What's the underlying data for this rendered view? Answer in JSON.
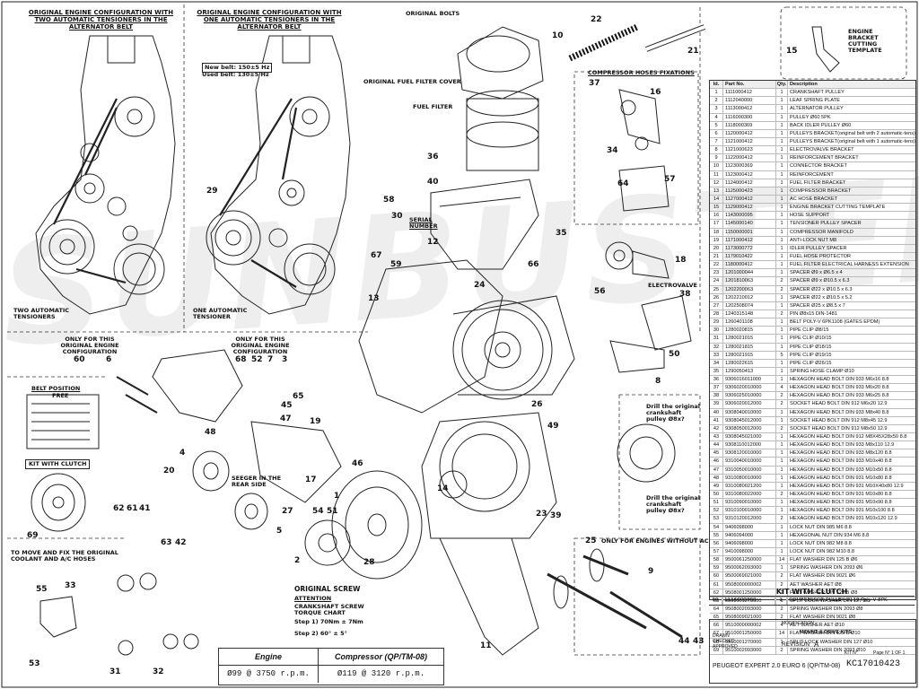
{
  "left_panel": {
    "title_1": "ORIGINAL ENGINE CONFIGURATION WITH TWO AUTOMATIC TENSIONERS IN THE ALTERNATOR BELT",
    "title_2": "ORIGINAL ENGINE CONFIGURATION WITH ONE AUTOMATIC TENSIONERS IN THE ALTERNATOR BELT",
    "belt_new": "New belt: 150±5 Hz",
    "belt_used": "Used belt: 130±5 Hz",
    "two_tensioners": "TWO AUTOMATIC TENSIONERS",
    "one_tensioner": "ONE AUTOMATIC TENSIONER",
    "only_config_1": "ONLY FOR THIS ORIGINAL ENGINE CONFIGURATION",
    "only_config_2": "ONLY FOR THIS ORIGINAL ENGINE CONFIGURATION",
    "belt_position": "BELT POSITION",
    "free": "FREE",
    "kit_with_clutch": "KIT WITH CLUTCH",
    "move_fix": "TO MOVE AND FIX THE ORIGINAL COOLANT AND A/C HOSES"
  },
  "center_labels": {
    "original_bolts": "ORIGINAL BOLTS",
    "original_fuel_filter_cover": "ORIGINAL FUEL FILTER COVER",
    "fuel_filter": "FUEL FILTER",
    "serial_number": "SERIAL NUMBER",
    "seeger": "SEEGER IN THE REAR SIDE",
    "original_screw": "ORIGINAL SCREW",
    "attention": "ATTENTION",
    "torque_chart": "CRANKSHAFT SCREW TORQUE CHART",
    "step1": "Step 1) 70Nm ± 7Nm",
    "step2": "Step 2) 60° ± 5°",
    "compressor_hoses": "COMPRESSOR HOSES FIXATIONS",
    "electrovalve": "ELECTROVALVE",
    "drill_1": "Drill the original crankshaft pulley Ø8x?",
    "drill_2": "Drill the original crankshaft pulley Ø8x?",
    "only_without_ac": "ONLY FOR ENGINES WITHOUT AC",
    "bracket_template": "ENGINE BRACKET CUTTING TEMPLATE"
  },
  "callouts": [
    "1",
    "2",
    "3",
    "4",
    "5",
    "6",
    "7",
    "8",
    "9",
    "10",
    "11",
    "12",
    "13",
    "14",
    "15",
    "16",
    "17",
    "18",
    "19",
    "20",
    "21",
    "22",
    "23",
    "24",
    "25",
    "26",
    "27",
    "28",
    "29",
    "30",
    "31",
    "32",
    "33",
    "34",
    "35",
    "36",
    "37",
    "38",
    "39",
    "40",
    "41",
    "42",
    "43",
    "44",
    "45",
    "46",
    "47",
    "48",
    "49",
    "50",
    "51",
    "52",
    "53",
    "54",
    "55",
    "56",
    "57",
    "58",
    "59",
    "60",
    "61",
    "62",
    "63",
    "64",
    "65",
    "66",
    "67",
    "68",
    "69"
  ],
  "parts_table": {
    "headers": [
      "Id.",
      "Part No.",
      "Qty.",
      "Description"
    ],
    "rows": [
      [
        "1",
        "1111000412",
        "1",
        "CRANKSHAFT PULLEY"
      ],
      [
        "2",
        "1112040000",
        "1",
        "LEAF SPRING PLATE"
      ],
      [
        "3",
        "1113000412",
        "1",
        "ALTERNATOR PULLEY"
      ],
      [
        "4",
        "1116000300",
        "1",
        "PULLEY Ø60 5PK"
      ],
      [
        "5",
        "1118000369",
        "1",
        "BACK IDLER PULLEY Ø60"
      ],
      [
        "6",
        "1120000412",
        "1",
        "PULLEYS BRACKET(original belt with 2 automatic-tens)"
      ],
      [
        "7",
        "1121000412",
        "1",
        "PULLEYS BRACKET(original belt with 1 automatic-tens)"
      ],
      [
        "8",
        "1121000623",
        "1",
        "ELECTROVALVE BRACKET"
      ],
      [
        "9",
        "1122000412",
        "1",
        "REINFORCEMENT BRACKET"
      ],
      [
        "10",
        "1123000369",
        "1",
        "CONNECTOR BRACKET"
      ],
      [
        "11",
        "1123000412",
        "1",
        "REINFORCEMENT"
      ],
      [
        "12",
        "1124000412",
        "1",
        "FUEL FILTER BRACKET"
      ],
      [
        "13",
        "1125000423",
        "1",
        "COMPRESSOR BRACKET"
      ],
      [
        "14",
        "1127000412",
        "1",
        "AC HOSE BRACKET"
      ],
      [
        "15",
        "1129000412",
        "1",
        "ENGINE BRACKET CUTTING TEMPLATE"
      ],
      [
        "16",
        "1143000095",
        "1",
        "HOSE SUPPORT"
      ],
      [
        "17",
        "1145000140",
        "1",
        "TENSIONER PULLEY SPACER"
      ],
      [
        "18",
        "1150000001",
        "1",
        "COMPRESSOR MANIFOLD"
      ],
      [
        "19",
        "1171000412",
        "1",
        "ANTI-LOCK NUT M8"
      ],
      [
        "20",
        "1173000772",
        "1",
        "IDLER PULLEY SPACER"
      ],
      [
        "21",
        "1179010422",
        "1",
        "FUEL HOSE PROTECTOR"
      ],
      [
        "22",
        "1180000412",
        "1",
        "FUEL FILTER ELECTRICAL HARNESS EXTENSION"
      ],
      [
        "23",
        "1201000044",
        "1",
        "SPACER Ø9 x Ø6.5 x 4"
      ],
      [
        "24",
        "1201810063",
        "2",
        "SPACER Ø9 x Ø10.5 x 6.3"
      ],
      [
        "25",
        "1202200063",
        "2",
        "SPACER Ø22 x Ø10.5 x 6.3"
      ],
      [
        "26",
        "1202210012",
        "1",
        "SPACER Ø22 x Ø10.5 x 5.2"
      ],
      [
        "27",
        "1202508074",
        "1",
        "SPACER Ø25 x Ø8.5 x 7"
      ],
      [
        "28",
        "1240315148",
        "2",
        "PIN Ø8x15 DIN-1481"
      ],
      [
        "29",
        "1260401108",
        "1",
        "BELT POLY-V 6PK1108 (GATES EPDM)"
      ],
      [
        "30",
        "1280020815",
        "1",
        "PIPE CLIP Ø8/15"
      ],
      [
        "31",
        "1280021015",
        "1",
        "PIPE CLIP Ø10/15"
      ],
      [
        "32",
        "1280021815",
        "1",
        "PIPE CLIP Ø18/15"
      ],
      [
        "33",
        "1280021915",
        "5",
        "PIPE CLIP Ø19/15"
      ],
      [
        "34",
        "1280022615",
        "1",
        "PIPE CLIP Ø26/15"
      ],
      [
        "35",
        "1290050413",
        "1",
        "SPRING HOSE CLAMP Ø10"
      ],
      [
        "36",
        "9306016011000",
        "1",
        "HEXAGON HEAD BOLT DIN 933 M6x16 8.8"
      ],
      [
        "37",
        "9306020010000",
        "4",
        "HEXAGON HEAD BOLT DIN 933 M6x20 8.8"
      ],
      [
        "38",
        "9306025010000",
        "2",
        "HEXAGON HEAD BOLT DIN 933 M6x25 8.8"
      ],
      [
        "39",
        "9306020012000",
        "2",
        "SOCKET HEAD BOLT DIN 912 M6x20 12.9"
      ],
      [
        "40",
        "9308040010000",
        "1",
        "HEXAGON HEAD BOLT DIN 933 M8x40 8.8"
      ],
      [
        "41",
        "9308045012000",
        "1",
        "SOCKET HEAD BOLT DIN 912 M8x45 12.9"
      ],
      [
        "42",
        "9308050012000",
        "2",
        "SOCKET HEAD BOLT DIN 912 M8x50 12.9"
      ],
      [
        "43",
        "9308045021000",
        "1",
        "HEXAGON HEAD BOLT DIN 912 M8X45X28x50 8.8"
      ],
      [
        "44",
        "9308110012000",
        "1",
        "HEXAGON HEAD BOLT DIN 933 M8x110 12.9"
      ],
      [
        "45",
        "9308120010000",
        "1",
        "HEXAGON HEAD BOLT DIN 933 M8x120 8.8"
      ],
      [
        "46",
        "9310040010000",
        "1",
        "HEXAGON HEAD BOLT DIN 933 M10x40 8.8"
      ],
      [
        "47",
        "9310050010000",
        "1",
        "HEXAGON HEAD BOLT DIN 933 M10x50 8.8"
      ],
      [
        "48",
        "9310080010000",
        "1",
        "HEXAGON HEAD BOLT DIN 931 M10x80 8.8"
      ],
      [
        "49",
        "9310080021200",
        "1",
        "HEXAGON HEAD BOLT DIN 931 M10X40x80 12.9"
      ],
      [
        "50",
        "9310080022000",
        "2",
        "HEXAGON HEAD BOLT DIN 931 M10x80 8.8"
      ],
      [
        "51",
        "9310090010000",
        "1",
        "HEXAGON HEAD BOLT DIN 931 M10x90 8.8"
      ],
      [
        "52",
        "9310100010000",
        "1",
        "HEXAGON HEAD BOLT DIN 931 M10x100 8.8"
      ],
      [
        "53",
        "9310120012000",
        "2",
        "HEXAGON HEAD BOLT DIN 931 M10x120 12.9"
      ],
      [
        "54",
        "9406098000",
        "1",
        "LOCK NUT DIN 985 M6 8.8"
      ],
      [
        "55",
        "9406094000",
        "1",
        "HEXAGONAL NUT DIN 934 M6 8.8"
      ],
      [
        "56",
        "9406098000",
        "1",
        "LOCK NUT DIN 982 M8 8.8"
      ],
      [
        "57",
        "9410098000",
        "1",
        "LOCK NUT DIN 982 M10 8.8"
      ],
      [
        "58",
        "9500061250000",
        "14",
        "FLAT WASHER DIN 125 B Ø6"
      ],
      [
        "59",
        "9500062093000",
        "1",
        "SPRING WASHER DIN 2093 Ø6"
      ],
      [
        "60",
        "9500069021000",
        "2",
        "FLAT WASHER DIN 9021 Ø6"
      ],
      [
        "61",
        "9508000000002",
        "2",
        "AET WASHER AET Ø8"
      ],
      [
        "62",
        "9508001250000",
        "2",
        "FLAT WASHER DIN 125 B Ø8"
      ],
      [
        "63",
        "9508001270000",
        "1",
        "SPLIT LOCK WASHER DIN 127 Ø8"
      ],
      [
        "64",
        "9508002093000",
        "2",
        "SPRING WASHER DIN 2093 Ø8"
      ],
      [
        "65",
        "9508009021000",
        "2",
        "FLAT WASHER DIN 9021 Ø8"
      ],
      [
        "66",
        "9510000000002",
        "4",
        "AET WASHER AET Ø10"
      ],
      [
        "67",
        "9510001250000",
        "14",
        "FLAT WASHER DIN 125 B Ø10"
      ],
      [
        "68",
        "9510001270000",
        "1",
        "SPLIT LOCK WASHER DIN 127 Ø10"
      ],
      [
        "69",
        "9510002093000",
        "2",
        "SPRING WASHER DIN 2093 Ø10"
      ]
    ]
  },
  "kit": {
    "title": "KIT WITH CLUTCH",
    "row": [
      "69",
      "1116000300",
      "1",
      "COMPRESSOR PULLEY Ø119 Poly-V 8PK"
    ]
  },
  "title_block": {
    "modification": "MODIFICATION",
    "mount_drive": "MOUNT & DRIVE KITS",
    "drawn": "DRAWN",
    "checked": "CHECKED",
    "approved": "APPROVED",
    "revision_label": "REVISION",
    "revision": "A",
    "name": "PEUGEOT EXPERT 2.0 EURO 6 (QP/TM-08)",
    "kit_no_label": "KIT N°",
    "kit_no": "KC17010423",
    "page": "Page N° 1 OF 1"
  },
  "engine_table": {
    "engine_label": "Engine",
    "compressor_label": "Compressor (QP/TM-08)",
    "engine_value": "Ø99 @ 3750 r.p.m.",
    "compressor_value": "Ø119 @ 3120 r.p.m."
  },
  "watermark": "SUNBUSTERS"
}
